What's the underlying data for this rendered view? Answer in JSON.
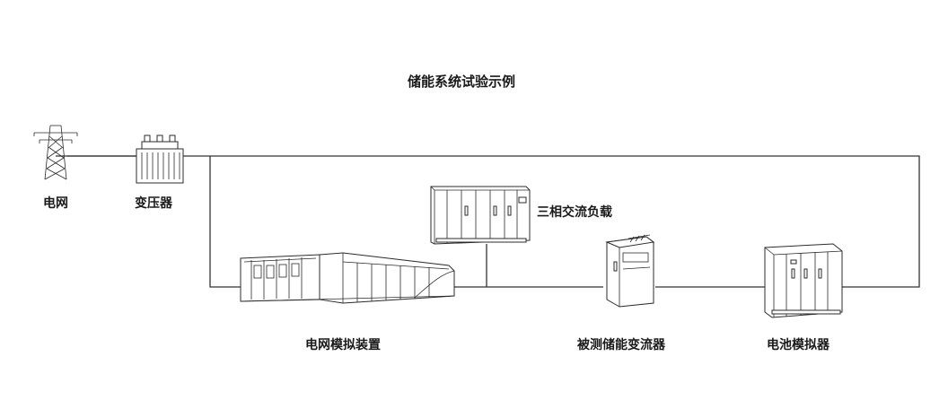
{
  "diagram": {
    "title": "储能系统试验示例",
    "nodes": {
      "grid": "电网",
      "transformer": "变压器",
      "three_phase_load": "三相交流负载",
      "grid_simulator": "电网模拟装置",
      "pcs_under_test": "被测储能变流器",
      "battery_simulator": "电池模拟器"
    },
    "line_color": "#333333",
    "text_color": "#1a1a1a"
  }
}
